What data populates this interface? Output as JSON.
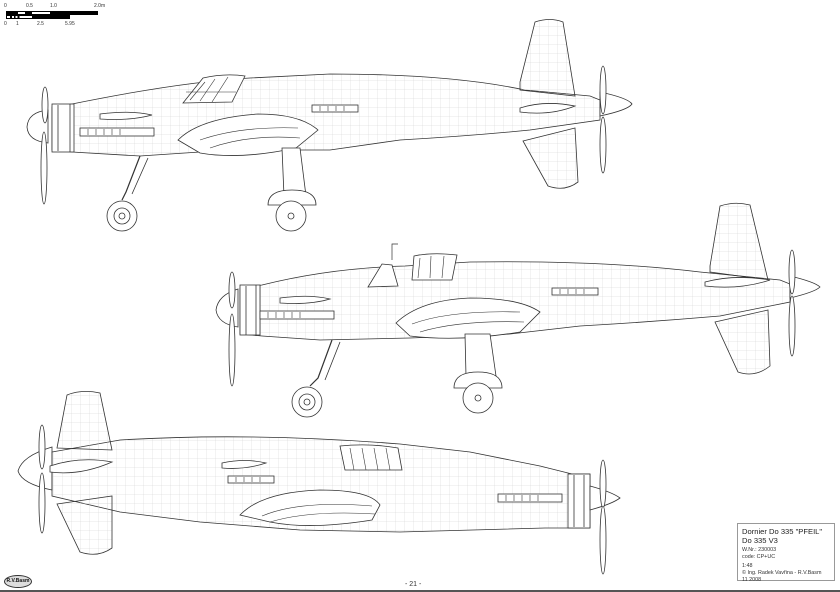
{
  "sheet": {
    "title_line1": "Dornier Do 335 \"PFEIL\"",
    "title_line2": "Do 335 V3",
    "werknummer": "W.Nr.: 230003",
    "code": "code: CP+UC",
    "scale": "1:48",
    "author": "© Ing. Radek Vavřina - R.V.Basm",
    "date": "11 2008",
    "page_number": "- 21 -",
    "logo_text": "R.V.Basm"
  },
  "scale_bar": {
    "top_ticks": [
      "0",
      "0.5",
      "1.0",
      "2.0m"
    ],
    "bottom_ticks": [
      "0",
      "1",
      "2.5",
      "5.95"
    ]
  },
  "views": [
    {
      "id": "view-left-profile-gear-down",
      "label": "Left side profile, gear extended"
    },
    {
      "id": "view-left-profile-canopy-open",
      "label": "Left side profile, canopy open"
    },
    {
      "id": "view-right-profile",
      "label": "Right side profile"
    }
  ],
  "colors": {
    "line": "#333333",
    "panel": "#b8b8b8",
    "paper": "#ffffff"
  }
}
